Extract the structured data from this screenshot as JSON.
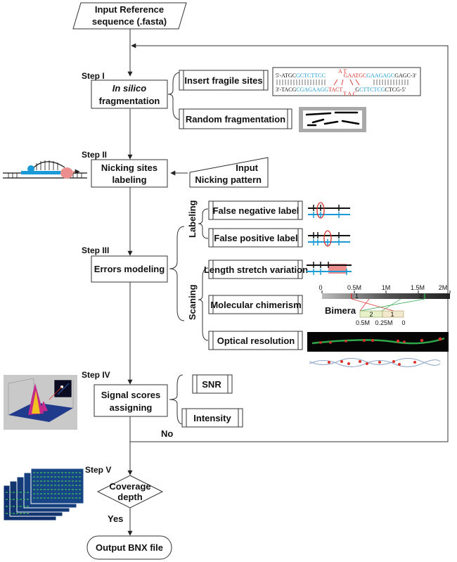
{
  "nodes": {
    "input_reference": [
      "Input Reference",
      "sequence (.fasta)"
    ],
    "in_silico": [
      "In silico",
      "fragmentation"
    ],
    "nicking_sites": [
      "Nicking sites",
      "labeling"
    ],
    "input_nicking": [
      "Input",
      "Nicking pattern"
    ],
    "errors_modeling": "Errors modeling",
    "signal_scores": [
      "Signal scores",
      "assigning"
    ],
    "coverage_depth": [
      "Coverage",
      "depth"
    ],
    "output": "Output BNX file"
  },
  "steps": {
    "s1": "Step I",
    "s2": "Step II",
    "s3": "Step III",
    "s4": "Step IV",
    "s5": "Step V"
  },
  "fragmentation_options": {
    "fragile": "Insert fragile sites",
    "random": "Random fragmentation"
  },
  "error_groups": {
    "labeling": "Labeling",
    "scaning": "Scaning"
  },
  "errors": {
    "false_negative": "False negative label",
    "false_positive": "False positive label",
    "length_stretch": "Length stretch variation",
    "chimerism": "Molecular chimerism",
    "optical": "Optical resolution"
  },
  "signals": {
    "snr": "SNR",
    "intensity": "Intensity"
  },
  "decisions": {
    "no": "No",
    "yes": "Yes"
  },
  "sequence": {
    "top": [
      "5'-ATGC",
      "GCTCTTCC",
      "GAATGC",
      "GAAGAGC",
      "GAGC-3'"
    ],
    "top_cut": "A T",
    "bottom": [
      "3'-TACG",
      "CGAGAAGG",
      "TACT",
      "CTTCTCG",
      "CTCG-5'"
    ],
    "bottom_cut": "T A C",
    "bottom_g": "G"
  },
  "chimera": {
    "ticks": [
      "0",
      "0.5M",
      "1M",
      "1.5M",
      "2M"
    ],
    "label": "Bimera",
    "sub_ticks": [
      "0.5M",
      "0.25M",
      "0"
    ],
    "seg_labels": [
      "1",
      "2"
    ],
    "sub_labels": [
      "2",
      "1"
    ]
  },
  "colors": {
    "blue": "#1a9bd7",
    "red": "#d9302b",
    "pink": "#ea8e8e"
  }
}
